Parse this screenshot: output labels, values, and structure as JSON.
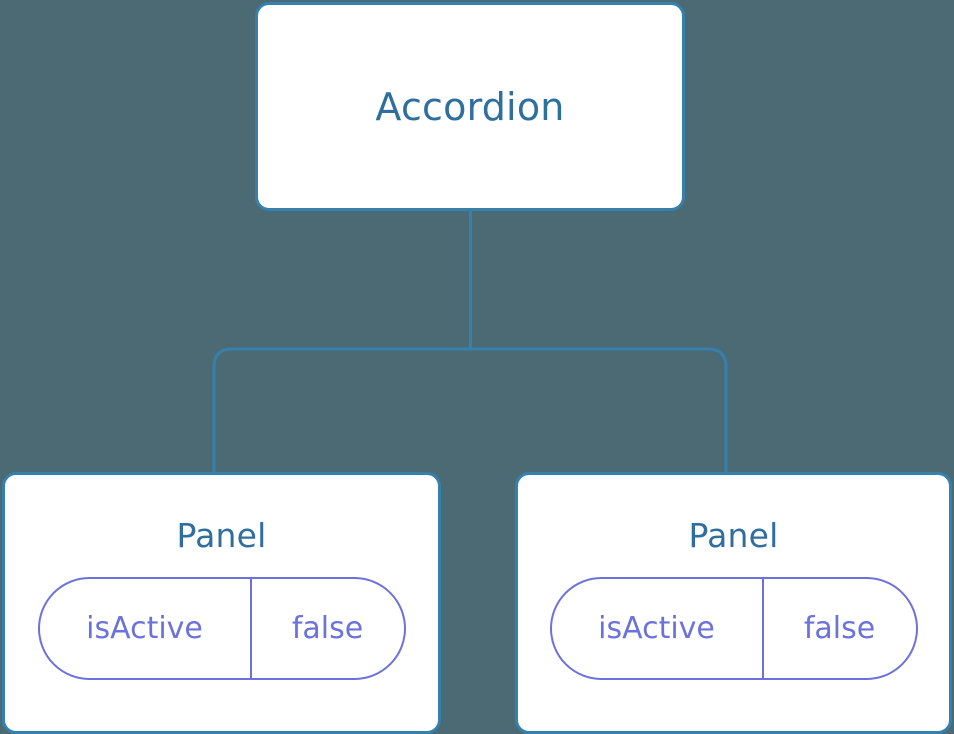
{
  "canvas": {
    "background_color": "#4c6a73",
    "node_border_color": "#3580ac",
    "node_fill_color": "#ffffff",
    "node_title_color": "#2e6f9e",
    "prop_color": "#6c72db",
    "connector_color": "#3580ac"
  },
  "tree": {
    "root": {
      "title": "Accordion",
      "props": []
    },
    "children": [
      {
        "title": "Panel",
        "props": [
          {
            "key": "isActive",
            "value": "false"
          }
        ]
      },
      {
        "title": "Panel",
        "props": [
          {
            "key": "isActive",
            "value": "false"
          }
        ]
      }
    ]
  }
}
